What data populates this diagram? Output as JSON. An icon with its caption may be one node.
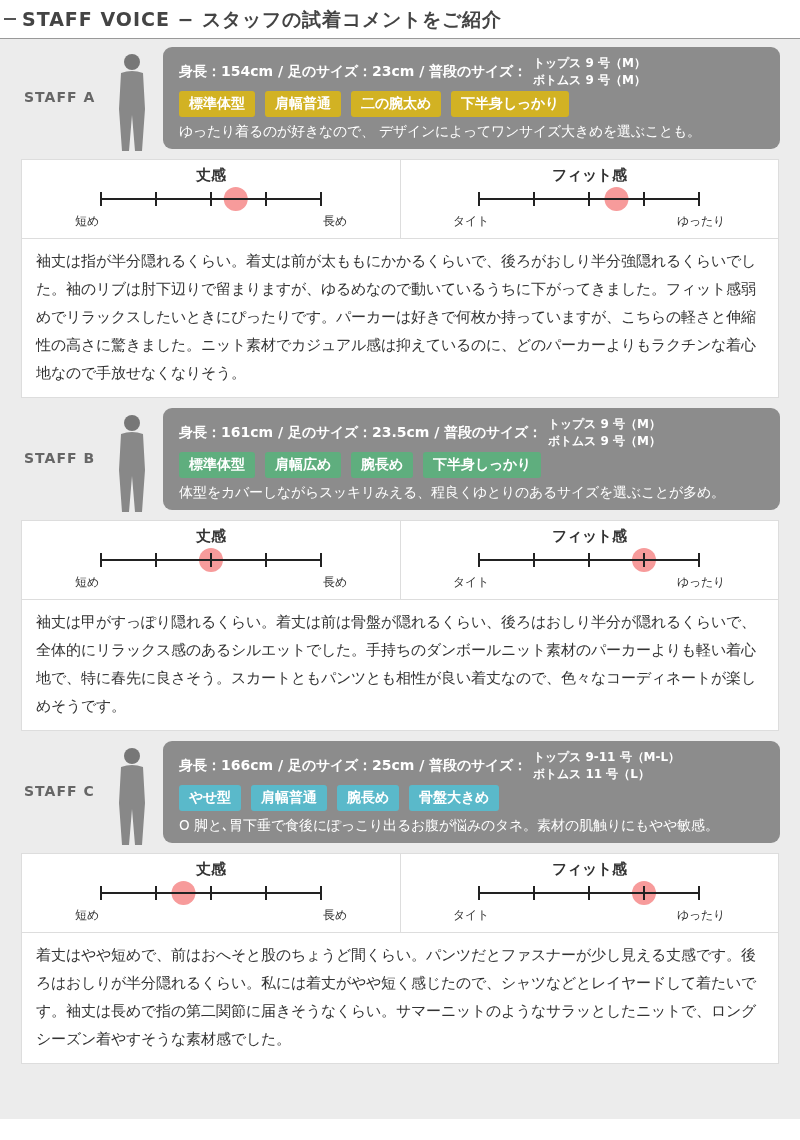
{
  "diagram": {
    "title": "STAFF VOICE − スタッフの試着コメントをご紹介",
    "nodes": [
      {
        "text": [
          "身長：154cm / 足のサイズ：23cm / 普段のサイズ：",
          "トップス 9 号（M）",
          "ボトムス 9 号（M）",
          "ゆったり着るのが好きなので、 デザインによってワンサイズ大きめを選ぶことも。"
        ]
      },
      {
        "text": [
          "標準体型"
        ],
        "in": 0
      },
      {
        "text": [
          "肩幅普通"
        ],
        "in": 0
      },
      {
        "text": [
          "二の腕太め"
        ],
        "in": 0
      },
      {
        "text": [
          "下半身しっかり"
        ],
        "in": 0
      },
      {
        "text": [
          "袖丈は指が半分隠れるくらい。着丈は前が太ももにかかるくらいで、後ろがおしり半分強隠れるくらいでした。袖のリブは肘下辺りで留まりますが、ゆるめなので動いているうちに下がってきました。フィット感弱めでリラックスしたいときにぴったりです。パーカーは好きで何枚か持っていますが、こちらの軽さと伸縮性の高さに驚きました。ニット素材でカジュアル感は抑えているのに、どのパーカーよりもラクチンな着心地なので手放せなくなりそう。"
        ]
      },
      {
        "text": [
          "丈感",
          "短め",
          "長め"
        ],
        "in": 5
      },
      {
        "text": [
          "フィット感",
          "タイト",
          "ゆったり"
        ],
        "in": 5
      },
      {
        "text": [
          "身長：161cm / 足のサイズ：23.5cm / 普段のサイズ：",
          "トップス 9 号（M）",
          "ボトムス 9 号（M）",
          "体型をカバーしながらスッキリみえる、程良くゆとりのあるサイズを選ぶことが多め。"
        ]
      },
      {
        "text": [
          "標準体型"
        ],
        "in": 8
      },
      {
        "text": [
          "肩幅広め"
        ],
        "in": 8
      },
      {
        "text": [
          "腕長め"
        ],
        "in": 8
      },
      {
        "text": [
          "下半身しっかり"
        ],
        "in": 8
      },
      {
        "text": [
          "袖丈は甲がすっぽり隠れるくらい。着丈は前は骨盤が隠れるくらい、後ろはおしり半分が隠れるくらいで、全体的にリラックス感のあるシルエットでした。手持ちのダンボールニット素材のパーカーよりも軽い着心地で、特に春先に良さそう。スカートともパンツとも相性が良い着丈なので、色々なコーディネートが楽しめそうです。"
        ]
      },
      {
        "text": [
          "丈感",
          "短め",
          "長め"
        ],
        "in": 13
      },
      {
        "text": [
          "フィット感",
          "タイト",
          "ゆったり"
        ],
        "in": 13
      },
      {
        "text": [
          "身長：166cm / 足のサイズ：25cm / 普段のサイズ：",
          "トップス 9-11 号（M-L）",
          "ボトムス 11 号（L）",
          "O 脚と､胃下垂で食後にぽっこり出るお腹が悩みのタネ。素材の肌触りにもやや敏感。"
        ]
      },
      {
        "text": [
          "やせ型"
        ],
        "in": 16
      },
      {
        "text": [
          "肩幅普通"
        ],
        "in": 16
      },
      {
        "text": [
          "腕長め"
        ],
        "in": 16
      },
      {
        "text": [
          "骨盤大きめ"
        ],
        "in": 16
      },
      {
        "text": [
          "着丈はやや短めで、前はおへそと股のちょうど間くらい。パンツだとファスナーが少し見える丈感です。後ろはおしりが半分隠れるくらい。私には着丈がやや短く感じたので、シャツなどとレイヤードして着たいです。袖丈は長めで指の第二関節に届きそうなくらい。サマーニットのようなサラッとしたニットで、ロングシーズン着やすそうな素材感でした。"
        ]
      },
      {
        "text": [
          "丈感",
          "短め",
          "長め"
        ],
        "in": 21
      },
      {
        "text": [
          "フィット感",
          "タイト",
          "ゆったり"
        ],
        "in": 21
      }
    ],
    "labels": [
      "STAFF A",
      "STAFF B",
      "STAFF C"
    ]
  }
}
